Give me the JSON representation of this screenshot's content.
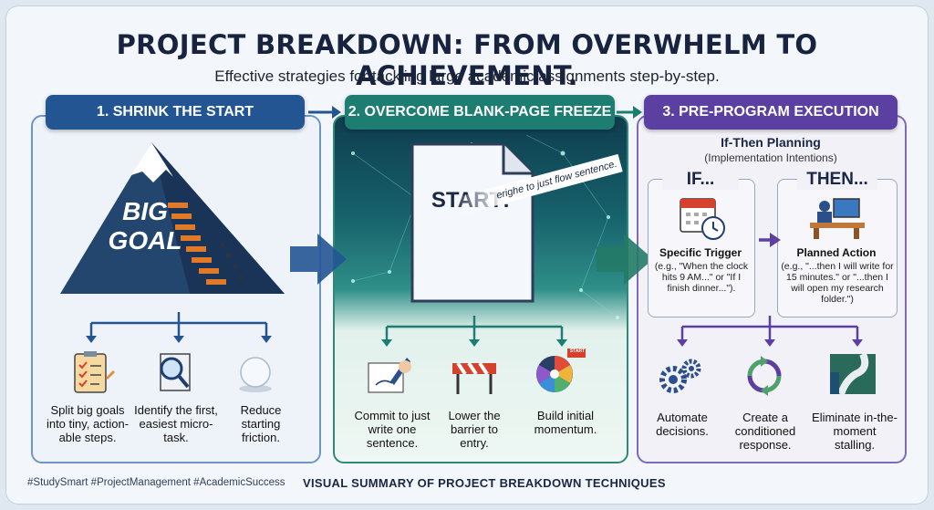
{
  "header": {
    "title": "PROJECT BREAKDOWN: FROM OVERWHELM TO ACHIEVEMENT.",
    "subtitle": "Effective strategies for tackling large academic assignments step-by-step."
  },
  "columns": [
    {
      "heading": "1. SHRINK THE START",
      "mountain_text": [
        "BIG",
        "GOAL"
      ],
      "items": [
        "Split big goals into tiny, action-able steps.",
        "Identify the first, easiest micro-task.",
        "Reduce starting friction."
      ]
    },
    {
      "heading": "2. OVERCOME BLANK-PAGE FREEZE",
      "doc_text": "START!",
      "doc_banner": "erighe to just flow sentence.",
      "items": [
        "Commit to just write one sentence.",
        "Lower the barrier to entry.",
        "Build initial momentum."
      ],
      "spin_label": "START"
    },
    {
      "heading": "3. PRE-PROGRAM EXECUTION",
      "plan_title": "If-Then Planning",
      "plan_subtitle": "(Implementation Intentions)",
      "if_label": "IF...",
      "then_label": "THEN...",
      "if_title": "Specific Trigger",
      "if_text": "(e.g., \"When the clock hits 9 AM...\" or \"If I finish dinner...\").",
      "then_title": "Planned Action",
      "then_text": "(e.g., \"...then I will write for 15 minutes.\" or \"...then I will open my research folder.\")",
      "items": [
        "Automate decisions.",
        "Create a conditioned response.",
        "Eliminate in-the-moment stalling."
      ]
    }
  ],
  "footer": {
    "tags": "#StudySmart #ProjectManagement #AcademicSuccess",
    "summary": "VISUAL SUMMARY OF PROJECT BREAKDOWN TECHNIQUES"
  },
  "colors": {
    "col1": "#245593",
    "col2": "#1d7d71",
    "col3": "#5b3fa1"
  }
}
